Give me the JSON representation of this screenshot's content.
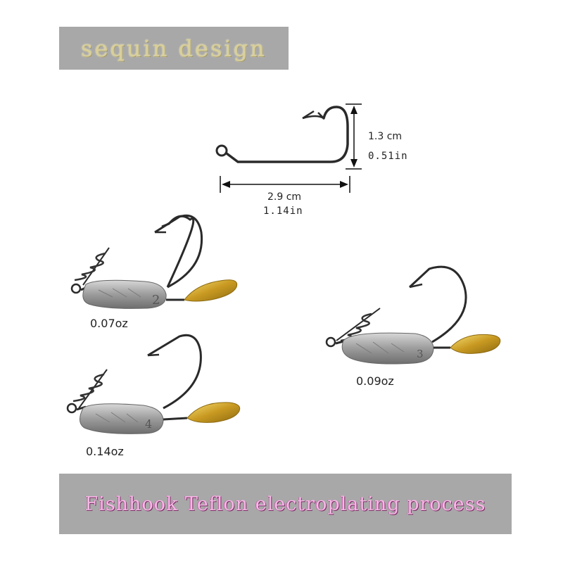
{
  "banners": {
    "top": "sequin design",
    "bottom": "Fishhook Teflon electroplating process"
  },
  "dimensions": {
    "height_cm": "1.3 cm",
    "height_in": "0.51in",
    "width_cm": "2.9 cm",
    "width_in": "1.14in"
  },
  "products": [
    {
      "weight": "0.07oz",
      "head_mark": "2"
    },
    {
      "weight": "0.14oz",
      "head_mark": "4"
    },
    {
      "weight": "0.09oz",
      "head_mark": "3"
    }
  ],
  "colors": {
    "banner": "#a8a8a8",
    "top_text": "#d8cf9a",
    "bottom_text": "#f6b8e6",
    "hook": "#2a2a2a",
    "blade": "#d4af37"
  }
}
